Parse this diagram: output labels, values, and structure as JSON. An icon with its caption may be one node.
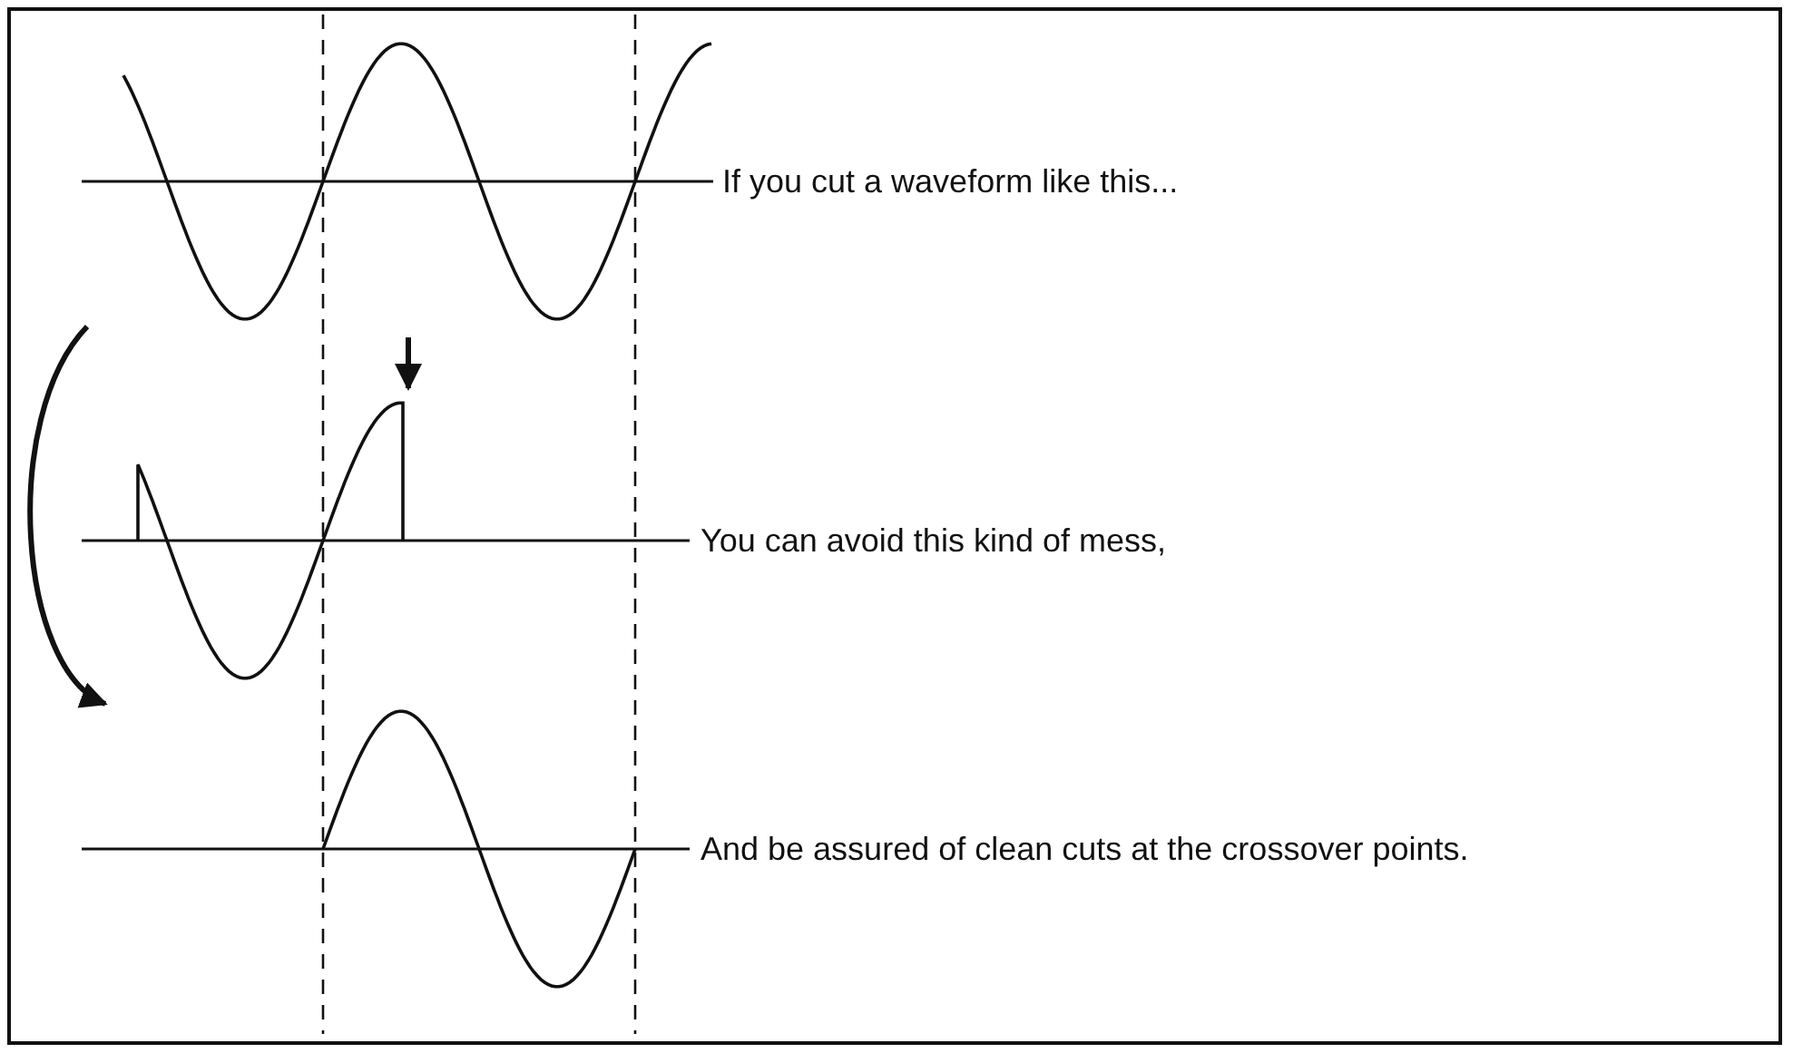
{
  "diagram": {
    "nodes": [
      {
        "text": [],
        "shape": "picture",
        "beside": [
          "If you cut a waveform like this..."
        ]
      },
      {
        "text": [],
        "shape": "picture",
        "beside": [
          "You can avoid this kind of mess,"
        ]
      },
      {
        "text": [],
        "shape": "picture",
        "beside": [
          "And be assured of clean cuts at the crossover points."
        ]
      }
    ],
    "edges": [
      {
        "from": 0,
        "to": 2,
        "arrow": "to"
      },
      {
        "from": 0,
        "to": 1,
        "arrow": "to"
      }
    ]
  }
}
